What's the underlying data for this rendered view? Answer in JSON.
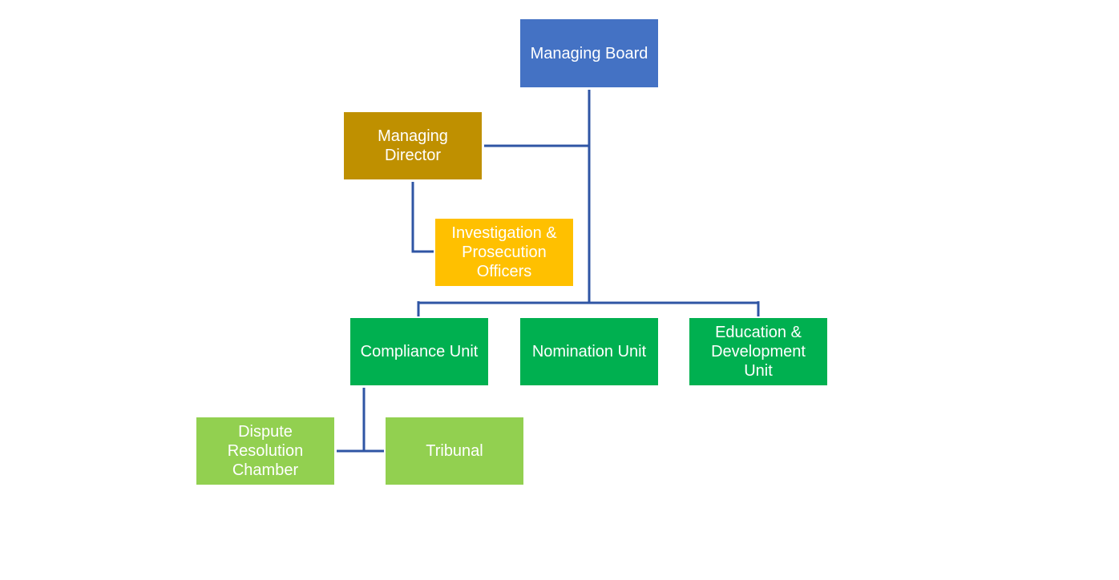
{
  "colors": {
    "board": "#4472c4",
    "director": "#bf9000",
    "officers": "#ffc000",
    "units": "#00b050",
    "sub_units": "#92d050",
    "connector": "#2f55a4"
  },
  "nodes": {
    "managing_board": "Managing Board",
    "managing_director": "Managing\nDirector",
    "investigation_officers": "Investigation &\nProsecution\nOfficers",
    "compliance_unit": "Compliance Unit",
    "nomination_unit": "Nomination Unit",
    "education_unit": "Education &\nDevelopment\nUnit",
    "dispute_chamber": "Dispute\nResolution\nChamber",
    "tribunal": "Tribunal"
  }
}
